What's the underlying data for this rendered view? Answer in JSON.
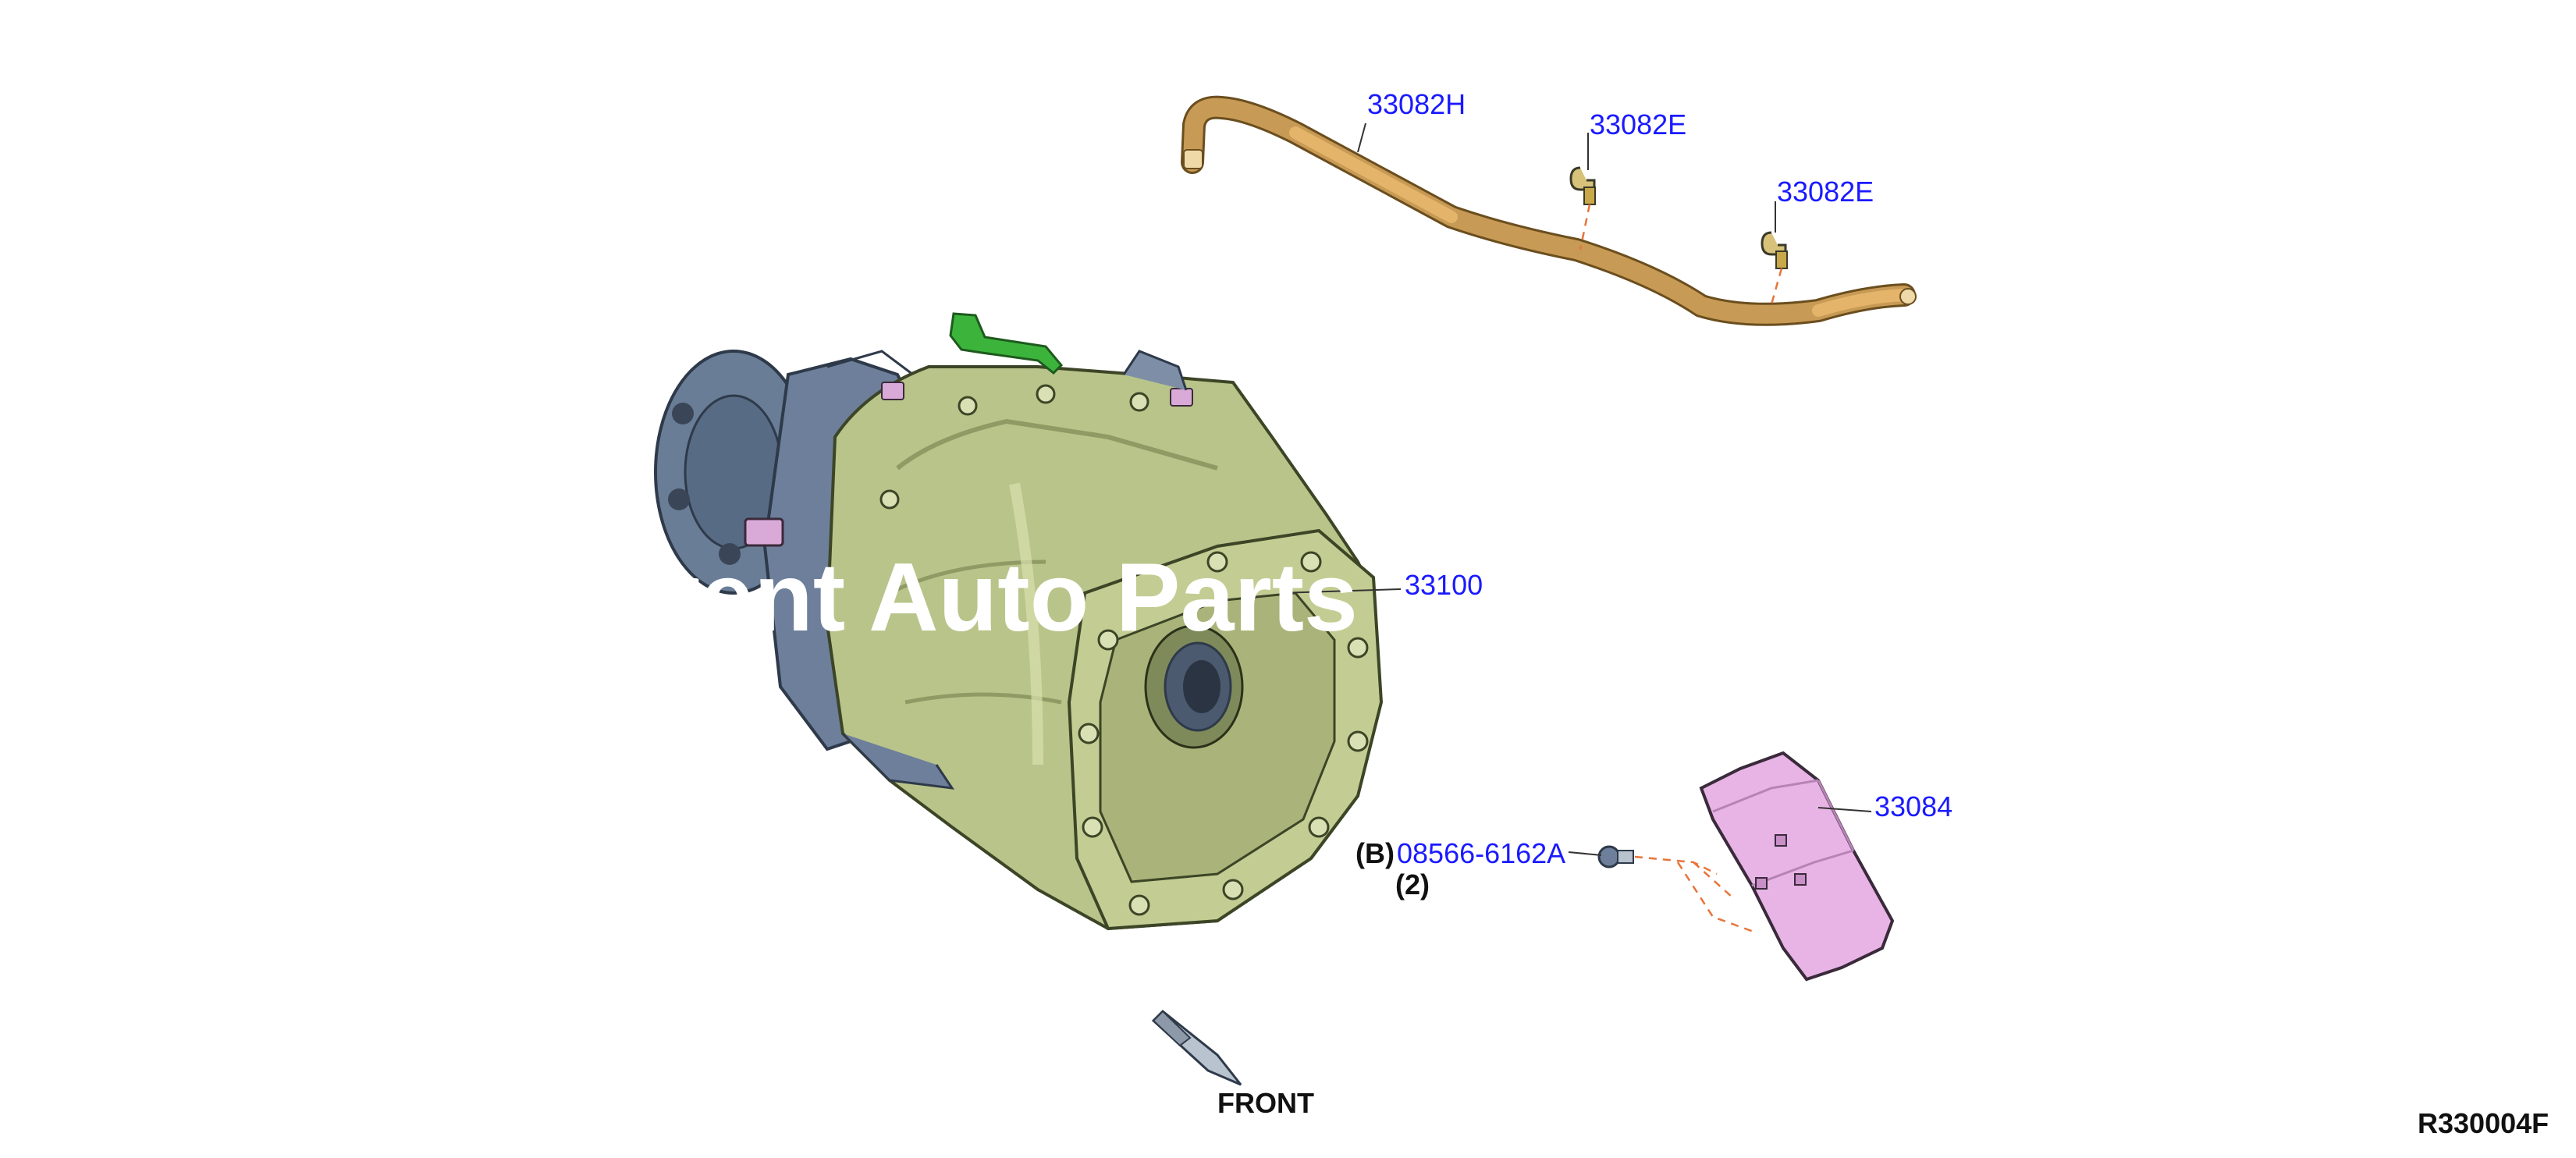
{
  "callouts": {
    "hose": "33082H",
    "clip_left": "33082E",
    "clip_right": "33082E",
    "transfer_case": "33100",
    "control_unit": "33084",
    "bolt": "08566-6162A",
    "bolt_ref": "(B)",
    "bolt_qty": "(2)"
  },
  "front_label": "FRONT",
  "diagram_code": "R330004F",
  "watermark": "Trent Auto Parts",
  "colors": {
    "callout": "#1a1aff",
    "housing": "#b9c48a",
    "flange": "#6a7d96",
    "hose": "#c79a55",
    "module": "#e8b4e6",
    "bracket": "#3cb43c",
    "dash": "#e8743a"
  }
}
